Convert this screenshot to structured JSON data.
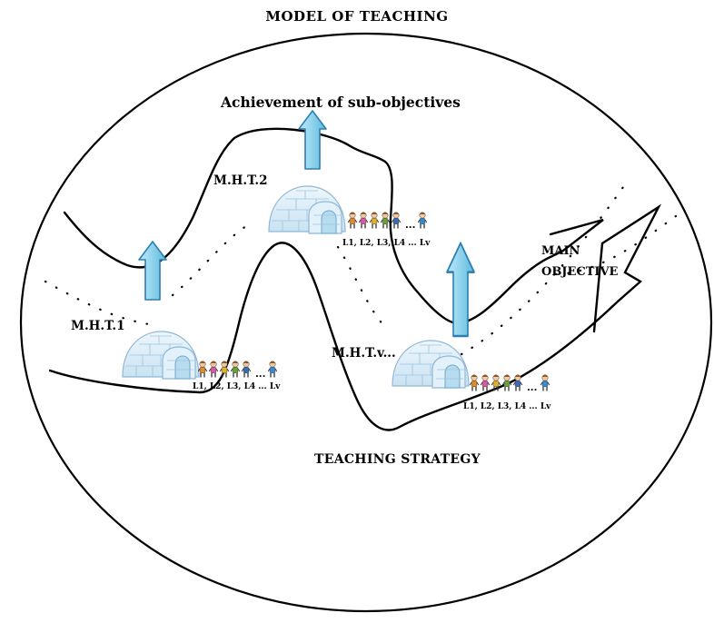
{
  "diagram": {
    "title": "MODEL OF TEACHING",
    "sub_objectives_label": "Achievement of sub-objectives",
    "strategy_label": "TEACHING STRATEGY",
    "main_objective": {
      "line1": "MAIN",
      "line2": "OBJECTIVE"
    },
    "stations": [
      {
        "label": "M.H.T.1",
        "learners": "L1, L2, L3, L4 ... Lv"
      },
      {
        "label": "M.H.T.2",
        "learners": "L1, L2, L3, L4 ... Lv"
      },
      {
        "label": "M.H.T.v...",
        "learners": "L1, L2, L3, L4 ... Lv"
      }
    ],
    "ellipsis": "...",
    "colors": {
      "arrow_fill": "#8fd3ec",
      "arrow_stroke": "#2a7fb3",
      "igloo_fill": "#d6ebf7",
      "igloo_line": "#8fb8d6",
      "path_line": "#000000"
    }
  }
}
